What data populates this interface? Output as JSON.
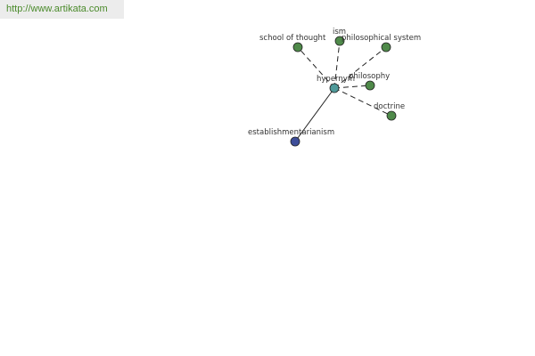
{
  "banner": {
    "url_text": "http://www.artikata.com"
  },
  "colors": {
    "related_node": "#4f8a4a",
    "center_node": "#4f9a9a",
    "source_node": "#3e4e9a",
    "banner_text": "#4a8a2a"
  },
  "graph": {
    "center": {
      "label": "hypernym"
    },
    "nodes": [
      {
        "id": "school-of-thought",
        "label": "school of thought",
        "kind": "related",
        "edge": "dashed"
      },
      {
        "id": "ism",
        "label": "ism",
        "kind": "related",
        "edge": "dashed"
      },
      {
        "id": "philosophical-system",
        "label": "philosophical system",
        "kind": "related",
        "edge": "dashed"
      },
      {
        "id": "philosophy",
        "label": "philosophy",
        "kind": "related",
        "edge": "dashed"
      },
      {
        "id": "doctrine",
        "label": "doctrine",
        "kind": "related",
        "edge": "dashed"
      },
      {
        "id": "establishmentarianism",
        "label": "establishmentarianism",
        "kind": "source",
        "edge": "solid"
      }
    ]
  }
}
